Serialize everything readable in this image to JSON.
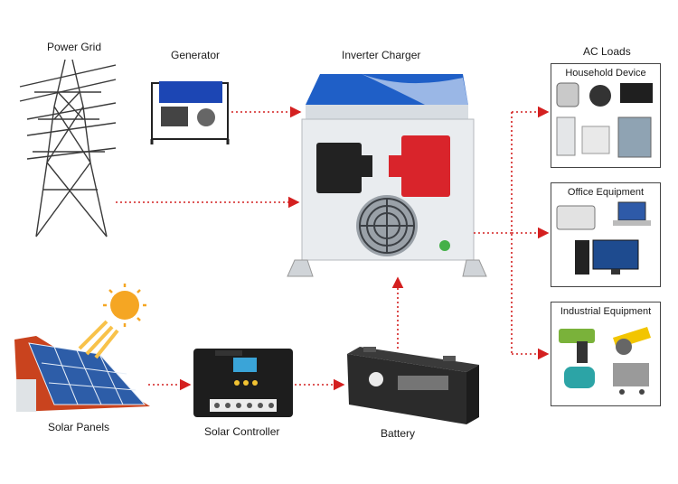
{
  "nodes": {
    "power_grid": "Power Grid",
    "generator": "Generator",
    "inverter": "Inverter Charger",
    "ac_loads": "AC Loads",
    "solar_panels": "Solar Panels",
    "solar_controller": "Solar Controller",
    "battery": "Battery"
  },
  "loads": [
    {
      "title": "Household Device"
    },
    {
      "title": "Office Equipment"
    },
    {
      "title": "Industrial Equipment"
    }
  ],
  "colors": {
    "arrow": "#d42020",
    "inverter_blue": "#1f5fc7",
    "inverter_body": "#e9ecef",
    "terminal_red": "#d9242b",
    "terminal_black": "#222222",
    "panel_blue": "#2d5da8",
    "sun": "#f5a623",
    "battery": "#2b2b2b",
    "controller": "#1d1d1d"
  }
}
